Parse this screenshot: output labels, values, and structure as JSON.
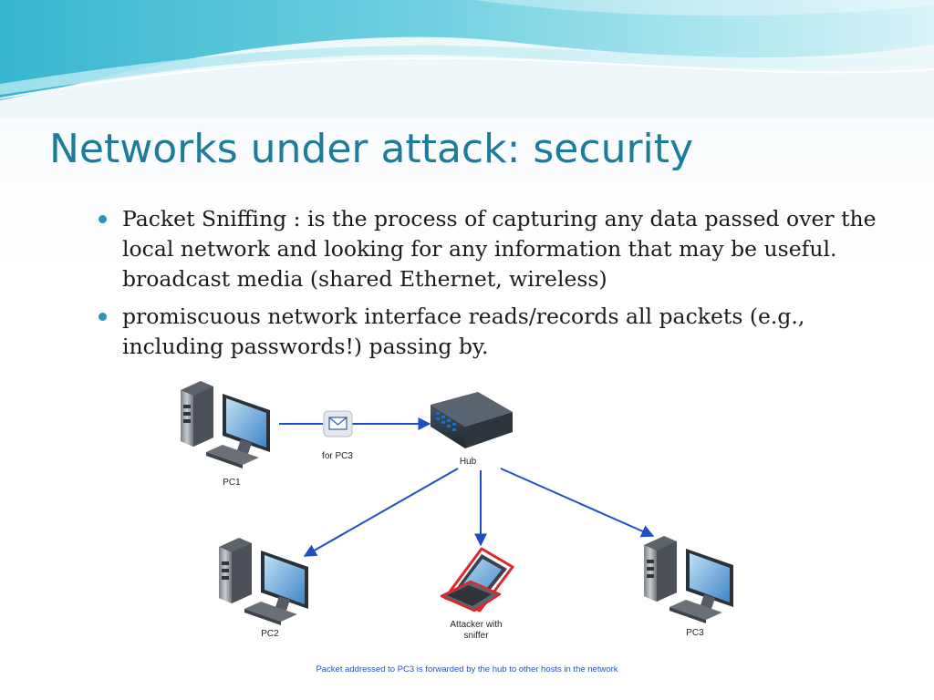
{
  "slide": {
    "title": "Networks under attack: security",
    "bullets": [
      "Packet Sniffing : is the process of capturing any data passed over the local network and looking for any information that may be useful. broadcast media (shared Ethernet, wireless)",
      "promiscuous network interface reads/records all packets (e.g., including passwords!) passing by."
    ]
  },
  "diagram": {
    "nodes": {
      "pc1": "PC1",
      "pc2": "PC2",
      "pc3": "PC3",
      "hub": "Hub",
      "attacker_line1": "Attacker with",
      "attacker_line2": "sniffer"
    },
    "packet_label": "for PC3",
    "caption": "Packet addressed to PC3 is forwarded by the hub to other hosts in the network"
  },
  "colors": {
    "title": "#1d7c9b",
    "bullet": "#2f93b8",
    "arrow": "#1f4fc4",
    "caption": "#2a53c0",
    "attacker_outline": "#e0262b"
  }
}
